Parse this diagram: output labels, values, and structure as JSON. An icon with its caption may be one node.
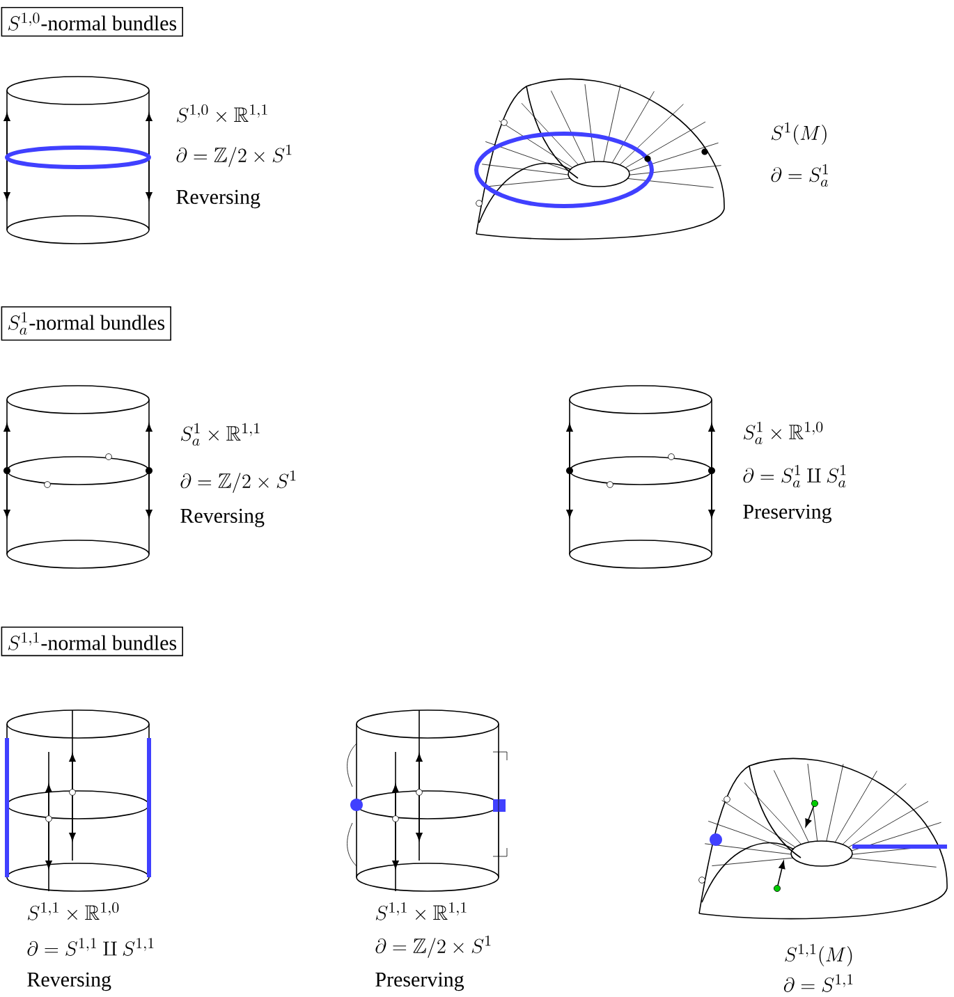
{
  "diagram": {
    "nodes": [
      {
        "text": [
          "S^{1,0}\\text{-normal bundles}"
        ]
      },
      {
        "text": [
          "S^1_a\\text{-normal bundles}"
        ]
      },
      {
        "text": [
          "S^{1,1}\\text{-normal bundles}"
        ]
      }
    ],
    "labels": [
      "S^{1,0}\\times\\mathbb{R}^{1,1}",
      "\\partial=\\mathbb{Z}/2\\times S^1",
      "Reversing",
      "S^1(M)",
      "\\partial=S^1_a",
      "S^1_a\\times\\mathbb{R}^{1,1}",
      "\\partial=\\mathbb{Z}/2\\times S^1",
      "Reversing",
      "S^1_a\\times\\mathbb{R}^{1,0}",
      "\\partial=S^1_a\\amalg S^1_a",
      "Preserving",
      "S^{1,1}\\times\\mathbb{R}^{1,0}",
      "\\partial=S^{1,1}\\amalg S^{1,1}",
      "Reversing",
      "S^{1,1}\\times\\mathbb{R}^{1,1}",
      "\\partial=\\mathbb{Z}/2\\times S^1",
      "Preserving",
      "S^{1,1}(M)",
      "\\partial=S^{1,1}"
    ]
  }
}
